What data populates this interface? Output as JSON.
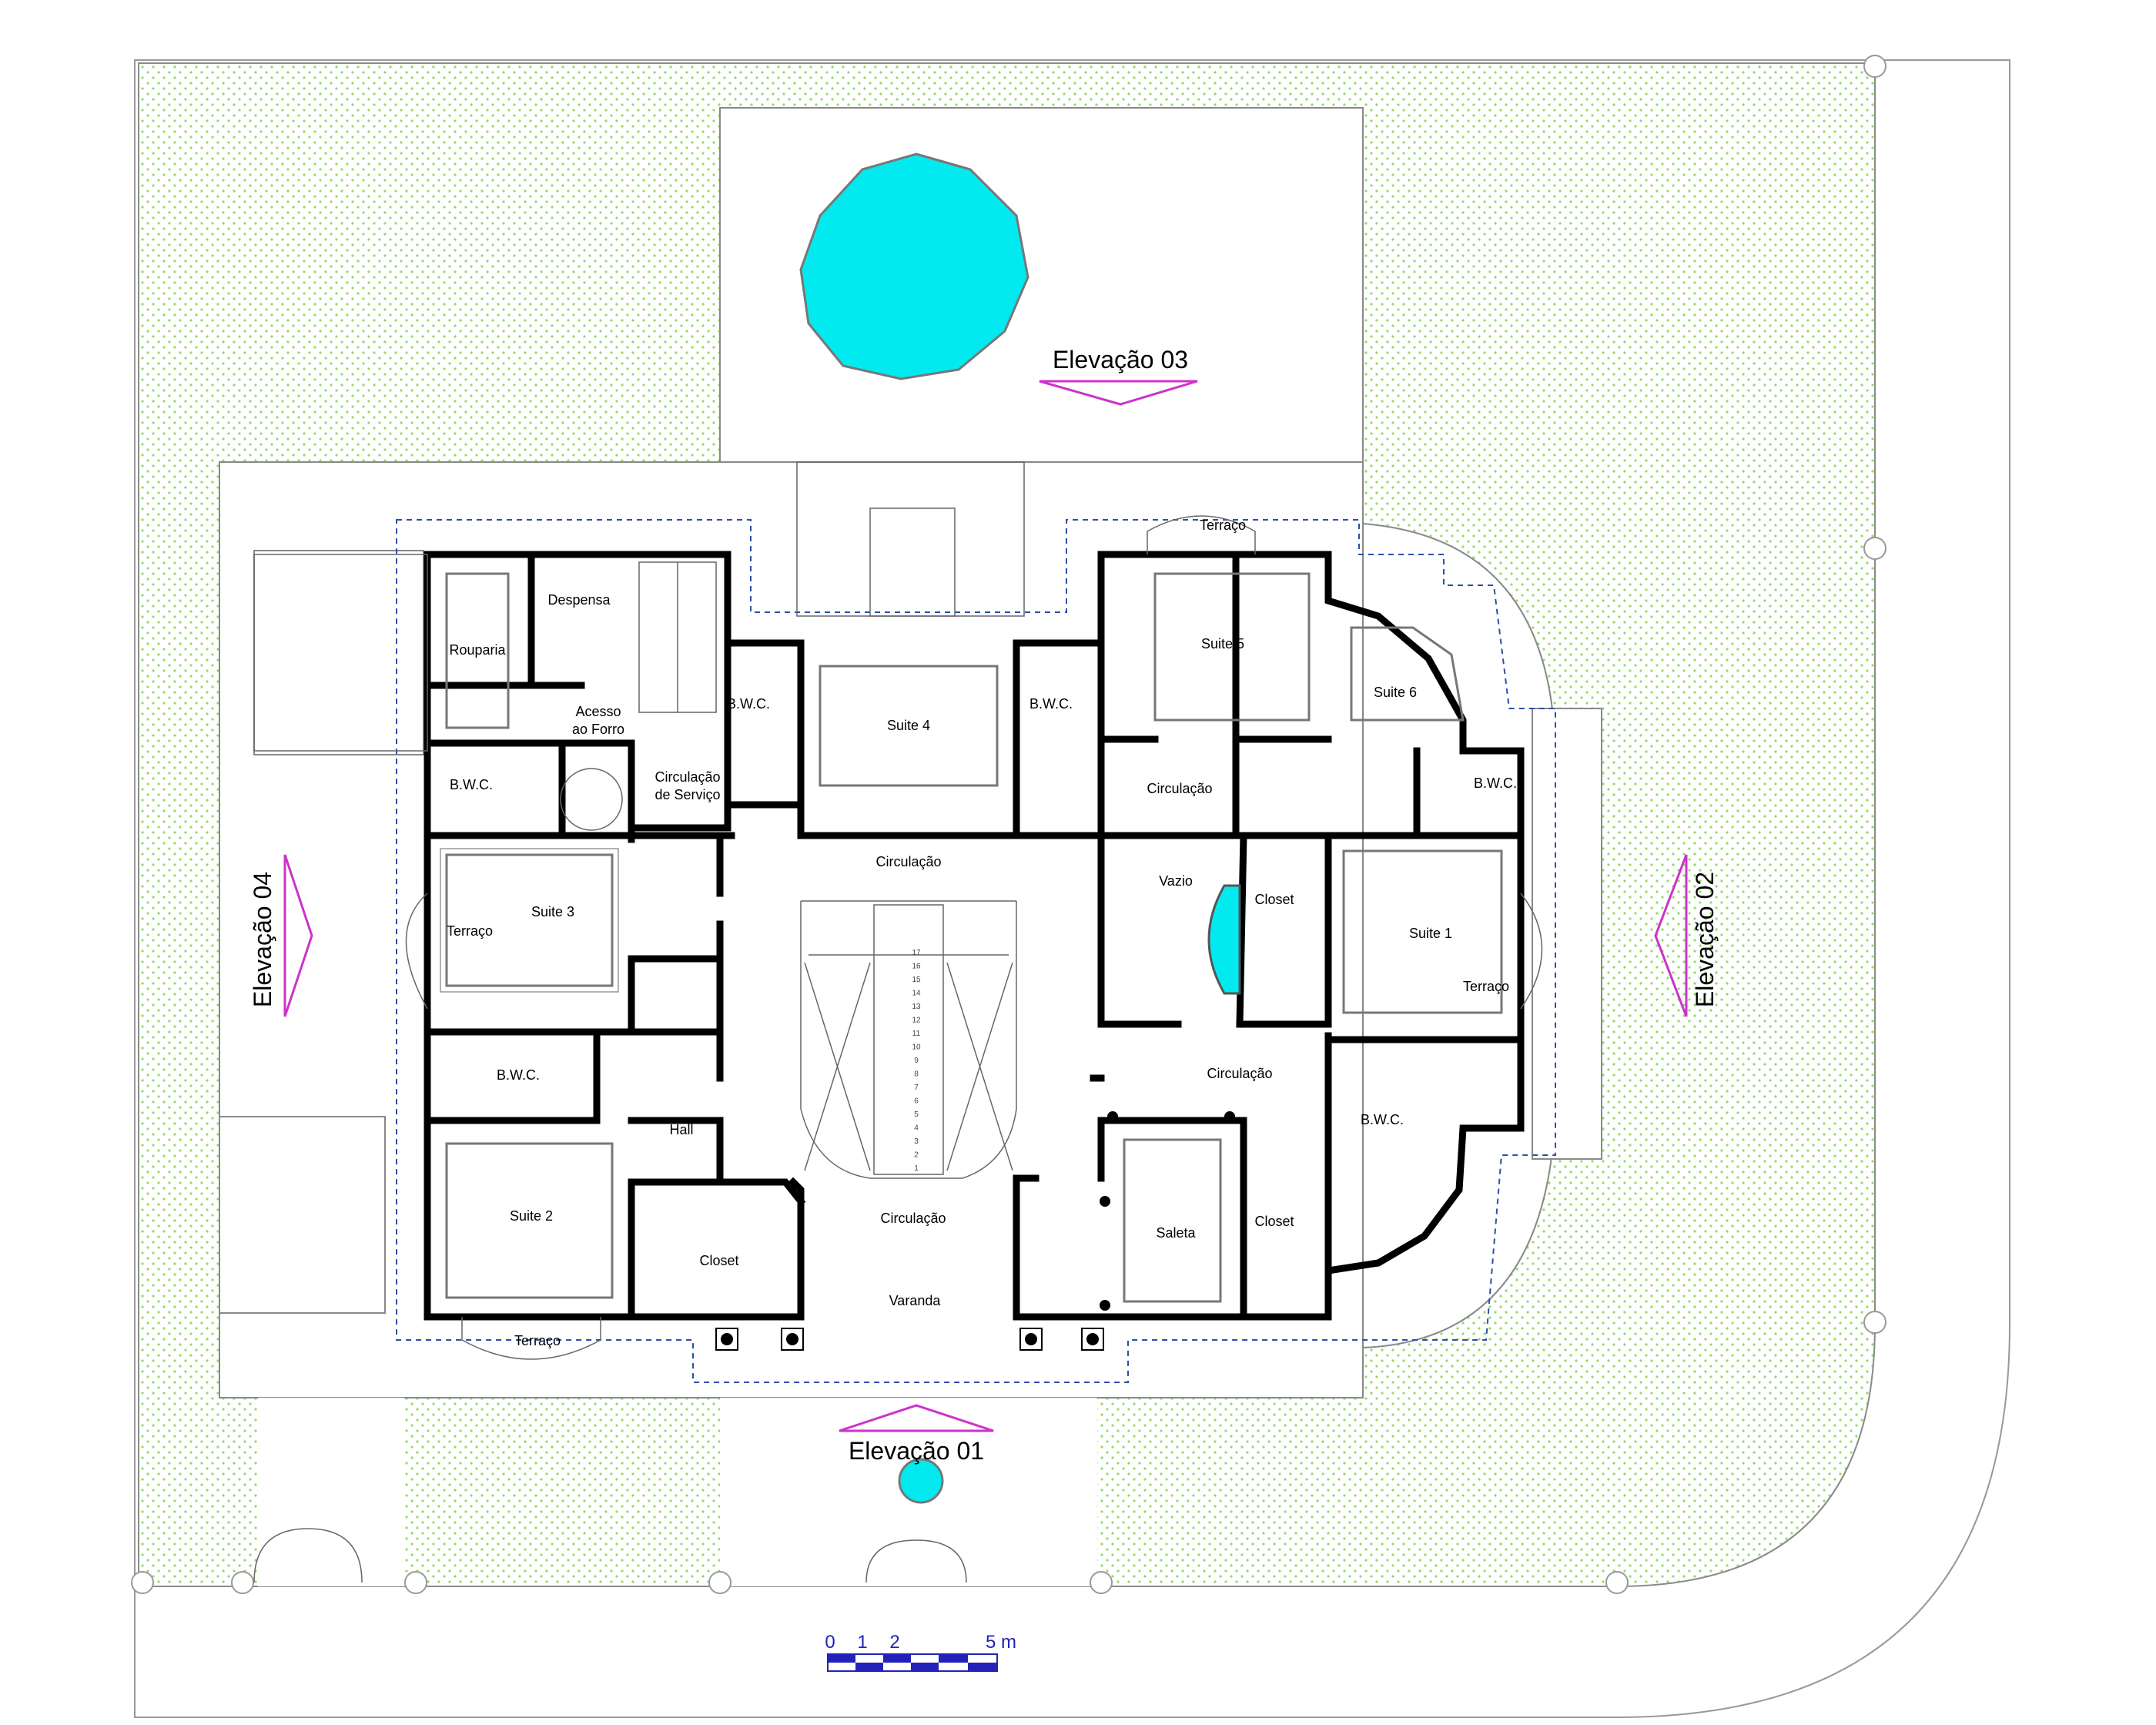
{
  "plan": {
    "rooms": {
      "rouparia": "Rouparia",
      "despensa": "Despensa",
      "acesso_forro": [
        "Acesso",
        "ao Forro"
      ],
      "circ_servico": [
        "Circulação",
        "de Serviço"
      ],
      "bwc_suite4_left": "B.W.C.",
      "suite4": "Suite 4",
      "bwc_suite4_right": "B.W.C.",
      "suite5": "Suite 5",
      "terraco_suite5": "Terraço",
      "suite6": "Suite 6",
      "bwc_suite6": "B.W.C.",
      "bwc_servico": "B.W.C.",
      "circ_upper_right": "Circulação",
      "circ_upper_center": "Circulação",
      "suite3": "Suite 3",
      "terraco_suite3": "Terraço",
      "vazio": "Vazio",
      "closet_suite1": "Closet",
      "suite1": "Suite 1",
      "terraco_suite1": "Terraço",
      "bwc_suite3": "B.W.C.",
      "hall": "Hall",
      "circ_right": "Circulação",
      "bwc_suite1": "B.W.C.",
      "suite2": "Suite 2",
      "closet_suite2": "Closet",
      "circ_lower": "Circulação",
      "saleta": "Saleta",
      "closet_lower_right": "Closet",
      "varanda": "Varanda",
      "terraco_suite2": "Terraço"
    },
    "elevations": {
      "e01": "Elevação 01",
      "e02": "Elevação 02",
      "e03": "Elevação 03",
      "e04": "Elevação 04"
    },
    "scale_bar": {
      "ticks": [
        "0",
        "1",
        "2",
        "5 m"
      ]
    },
    "stair_numbers": [
      "1",
      "2",
      "3",
      "4",
      "5",
      "6",
      "7",
      "8",
      "9",
      "10",
      "11",
      "12",
      "13",
      "14",
      "15",
      "16",
      "17"
    ],
    "colors": {
      "lawn_dot": "#7ed957",
      "pool": "#00e5ee",
      "elevation_marker": "#cc33cc",
      "scale_bar": "#2222bb",
      "dashed_outline": "#2b4fa8"
    }
  }
}
